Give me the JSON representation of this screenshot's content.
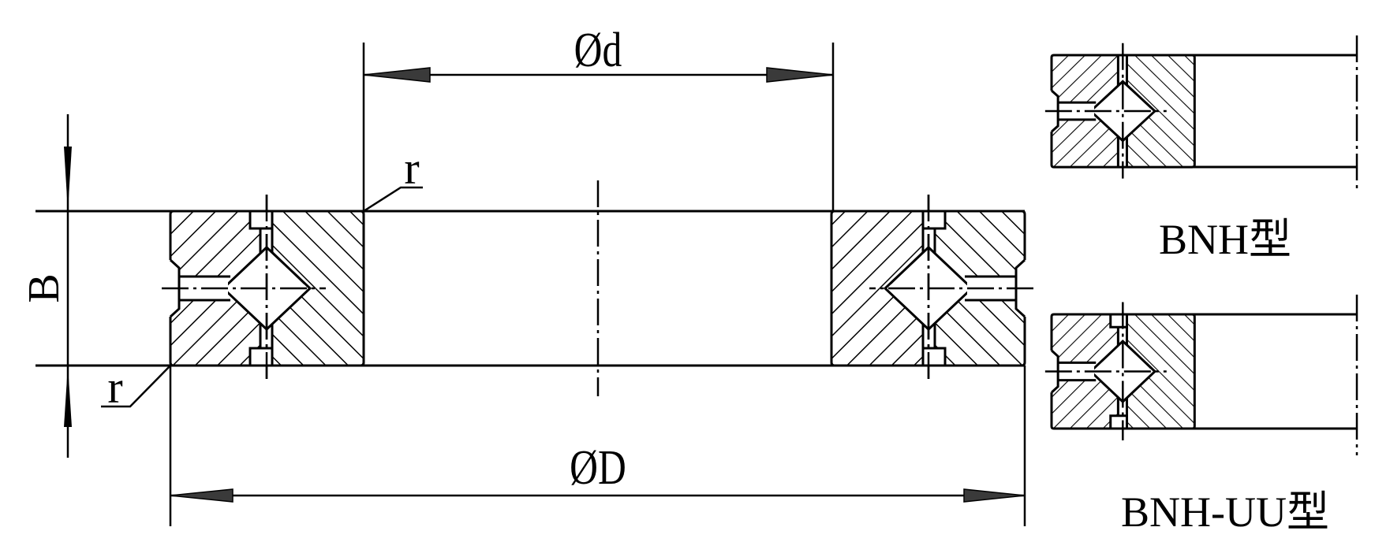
{
  "dimensions": {
    "inner_diameter": "Ød",
    "outer_diameter": "ØD",
    "width": "B",
    "radius_top": "r",
    "radius_bottom": "r"
  },
  "variants": [
    {
      "label": "BNH型"
    },
    {
      "label": "BNH-UU型"
    }
  ],
  "colors": {
    "line": "#000000",
    "arrow_fill": "#3a3a3a",
    "background": "#ffffff"
  }
}
